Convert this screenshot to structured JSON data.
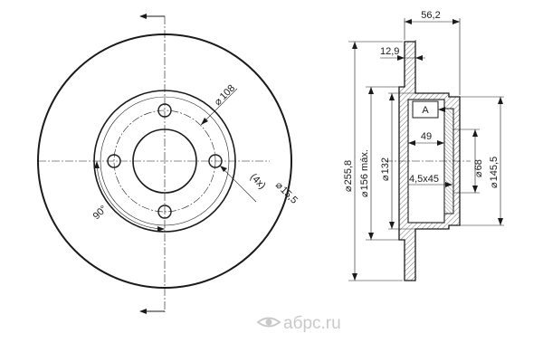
{
  "front_view": {
    "dia_bolt_circle": "108",
    "hole_spec": "(4x)",
    "dia_hole": "15,5",
    "angle": "90°",
    "dia_symbol": "⌀"
  },
  "side_view": {
    "width_total": "56,2",
    "disc_thickness": "12,9",
    "dia_outer": "255,8",
    "dia_hub_max": "156 máx.",
    "dia_132": "132",
    "depth_49": "49",
    "chamfer": "4,5x45",
    "dia_68": "68",
    "dia_145": "145,5",
    "datum": "A",
    "dia_symbol": "⌀"
  },
  "watermark": {
    "text": "абрс.ru",
    "logo_icon": "eye-logo-icon"
  }
}
